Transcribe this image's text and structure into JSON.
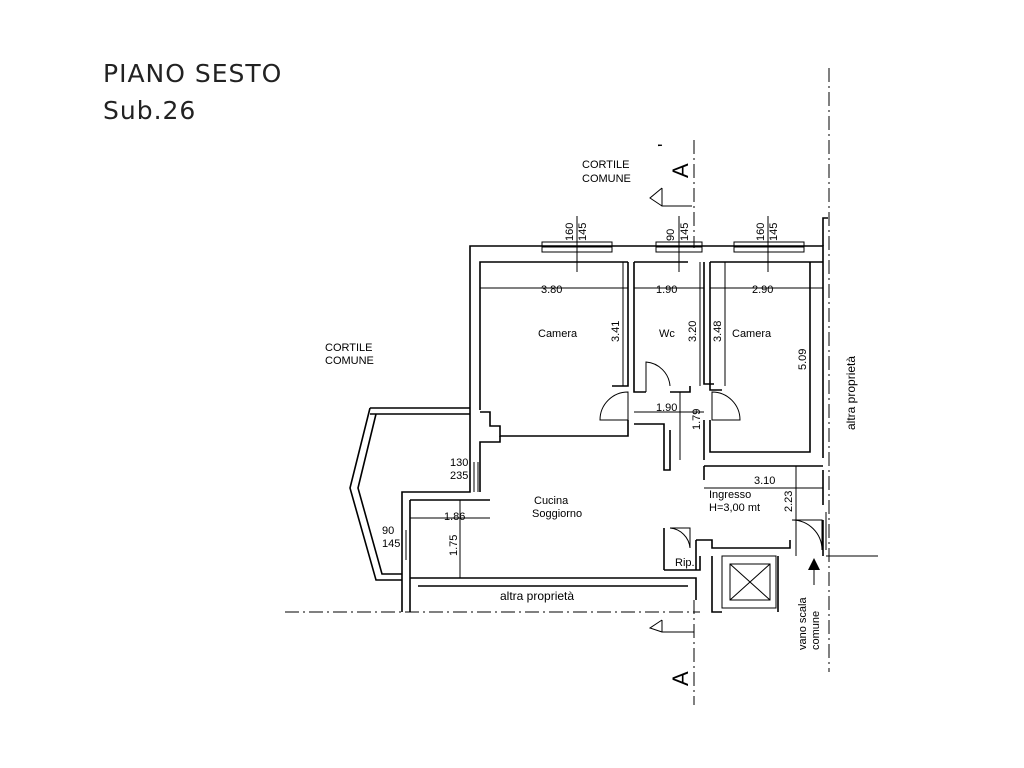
{
  "title": {
    "floor": "PIANO SESTO",
    "sub": "Sub.26"
  },
  "labels": {
    "cortile_top_1": "CORTILE",
    "cortile_top_2": "COMUNE",
    "cortile_left_1": "CORTILE",
    "cortile_left_2": "COMUNE",
    "camera_left": "Camera",
    "wc": "Wc",
    "camera_right": "Camera",
    "cucina_1": "Cucina",
    "cucina_2": "Soggiorno",
    "ingresso_1": "Ingresso",
    "ingresso_2": "H=3,00  mt",
    "rip": "Rip.",
    "altra_bottom": "altra  proprietà",
    "altra_right": "altra  proprietà",
    "vano_1": "vano  scala",
    "vano_2": "comune"
  },
  "section_markers": {
    "top": "A",
    "top_prime": "'",
    "bottom": "A"
  },
  "dimensions": {
    "win_left_1": "160",
    "win_left_2": "145",
    "win_wc_1": "90",
    "win_wc_2": "145",
    "win_right_1": "160",
    "win_right_2": "145",
    "camera_left_w": "3.80",
    "wc_w": "1.90",
    "camera_right_w": "2.90",
    "camera_left_h": "3.41",
    "wc_h": "3.20",
    "camera_right_h1": "3.48",
    "camera_right_h2": "5.09",
    "hall_w": "1.90",
    "hall_h": "1.79",
    "balcony_door_1": "130",
    "balcony_door_2": "235",
    "small_w": "1.86",
    "small_h": "1.75",
    "kitchen_win_1": "90",
    "kitchen_win_2": "145",
    "ingresso_w": "3.10",
    "ingresso_h": "2.23"
  }
}
